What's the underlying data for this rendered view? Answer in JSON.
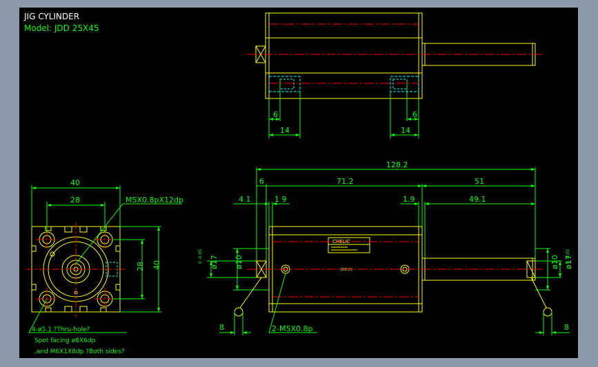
{
  "title_block": {
    "title": "JIG CYLINDER",
    "model": "Model: JDD 25X45"
  },
  "colors": {
    "background": "#000000",
    "outline": "#ffff00",
    "dimension": "#00ff00",
    "center_line": "#ff0000",
    "hidden_line": "#00ffff",
    "frame": "#8c97a7"
  },
  "top_view": {
    "dims": {
      "left_inner": "6",
      "right_inner": "6",
      "left_outer": "14",
      "right_outer": "14"
    }
  },
  "side_view": {
    "dims": {
      "overall": "128.2",
      "d6": "6",
      "d71": "71.2",
      "d51": "51",
      "d41": "4 1",
      "d19a": "1 9",
      "d19b": "1.9",
      "d491": "49.1",
      "dia10_left": "ø10",
      "dia17_left": "ø17",
      "tol_left": "0\n-0.05",
      "dia10_right": "ø10",
      "dia17_right": "ø17",
      "tol_right": "0\n-0.05",
      "d8_left": "8",
      "d8_right": "8"
    },
    "tap_note": "2-M5X0.8p",
    "label": {
      "brand": "CHELIC",
      "model_text": "JDD 25"
    }
  },
  "front_view": {
    "dims": {
      "width40": "40",
      "width28": "28",
      "height28": "28",
      "height40": "40"
    },
    "port_note": "M5X0.8pX12dp",
    "hole_note_1": "4-ø5.1 ?Thru-hole?",
    "hole_note_2": "Spot facing  ø8X6dp",
    "hole_note_3": ",and M6X1X8dp ?Both sides?"
  }
}
